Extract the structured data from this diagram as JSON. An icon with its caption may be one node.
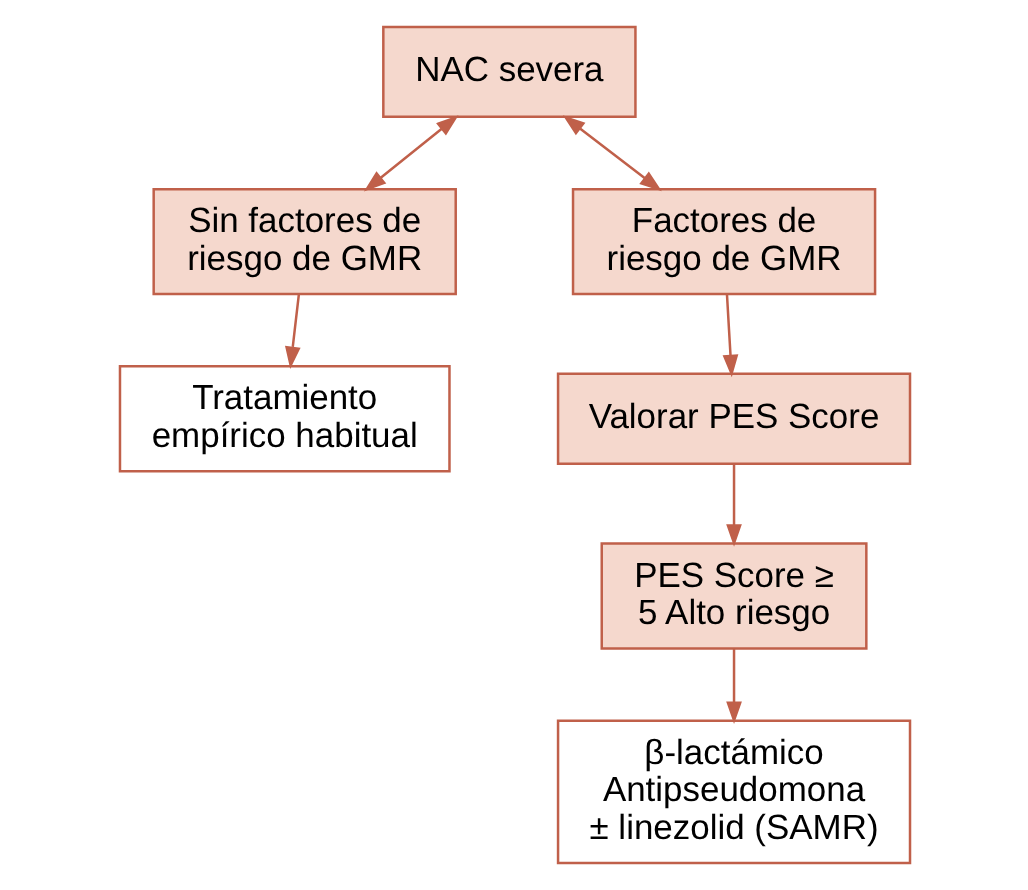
{
  "diagram": {
    "nodes": [
      {
        "text": [
          "NAC severa"
        ]
      },
      {
        "text": [
          "Sin factores de riesgo de GMR"
        ]
      },
      {
        "text": [
          "Factores de riesgo de GMR"
        ]
      },
      {
        "text": [
          "Tratamiento empírico habitual"
        ]
      },
      {
        "text": [
          "Valorar PES Score"
        ]
      },
      {
        "text": [
          "PES Score ≥ 5 Alto riesgo"
        ]
      },
      {
        "text": [
          "β-lactámico Antipseudomona ± linezolid (SAMR)"
        ]
      }
    ],
    "edges": [
      {
        "from": 0,
        "to": 1,
        "arrow": "both"
      },
      {
        "from": 0,
        "to": 2,
        "arrow": "both"
      },
      {
        "from": 1,
        "to": 3,
        "arrow": "to"
      },
      {
        "from": 2,
        "to": 4,
        "arrow": "to"
      },
      {
        "from": 4,
        "to": 5,
        "arrow": "to"
      },
      {
        "from": 5,
        "to": 6,
        "arrow": "to"
      }
    ]
  }
}
